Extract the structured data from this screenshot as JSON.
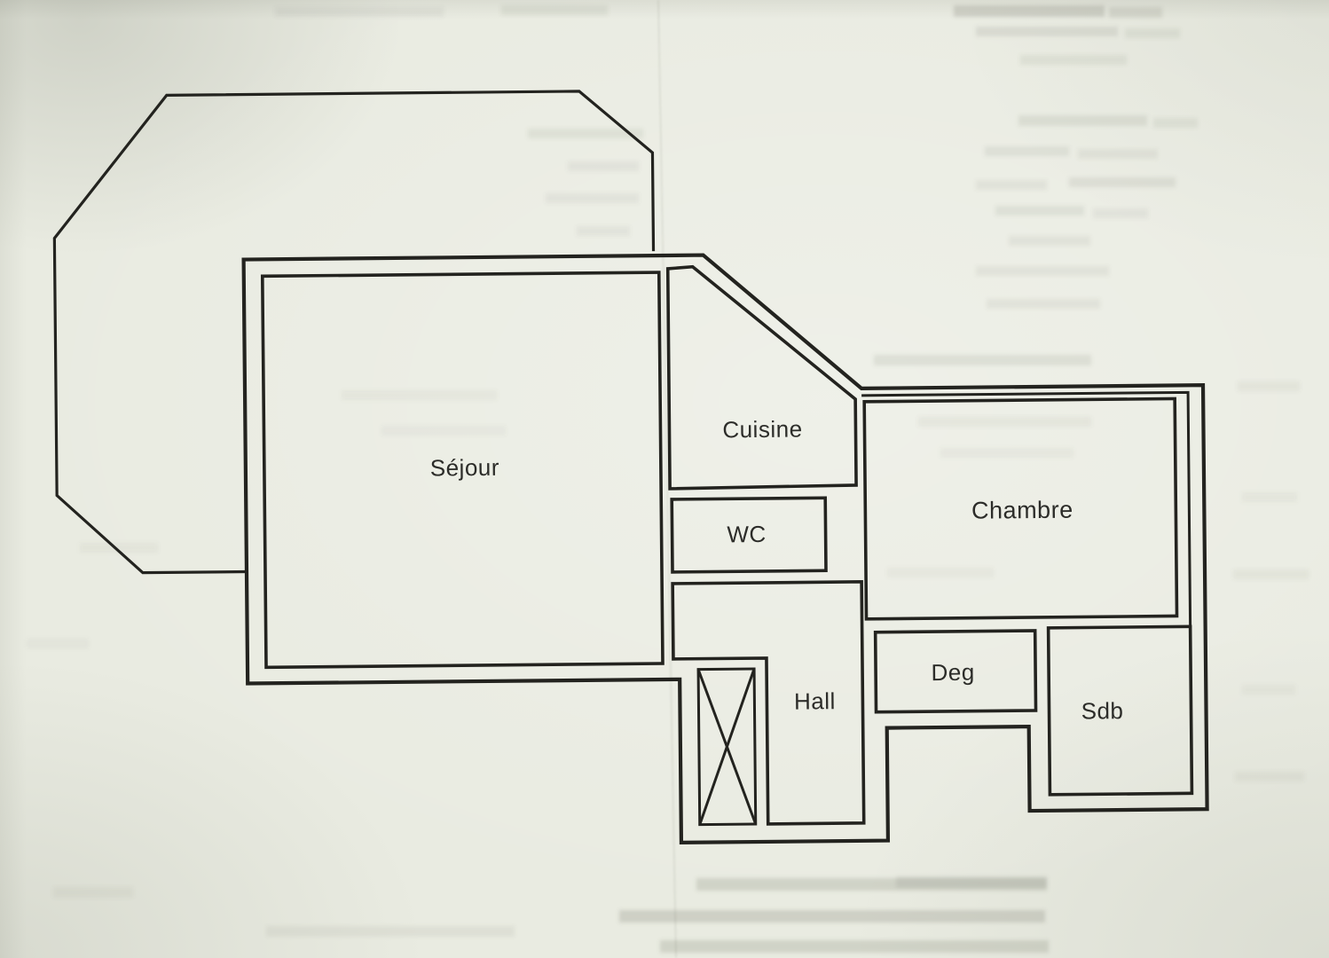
{
  "document": {
    "kind": "Scanned apartment floor plan",
    "language": "fr"
  },
  "plan": {
    "paper_color": "#e9ebe1",
    "ink_color": "#23231f",
    "rooms": [
      {
        "label": "Séjour"
      },
      {
        "label": "Cuisine"
      },
      {
        "label": "WC"
      },
      {
        "label": "Chambre"
      },
      {
        "label": "Deg"
      },
      {
        "label": "Hall"
      },
      {
        "label": "Sdb"
      }
    ],
    "symbols": [
      {
        "name": "crossed-box-shaft",
        "glyph": "rectangle with X"
      }
    ]
  }
}
